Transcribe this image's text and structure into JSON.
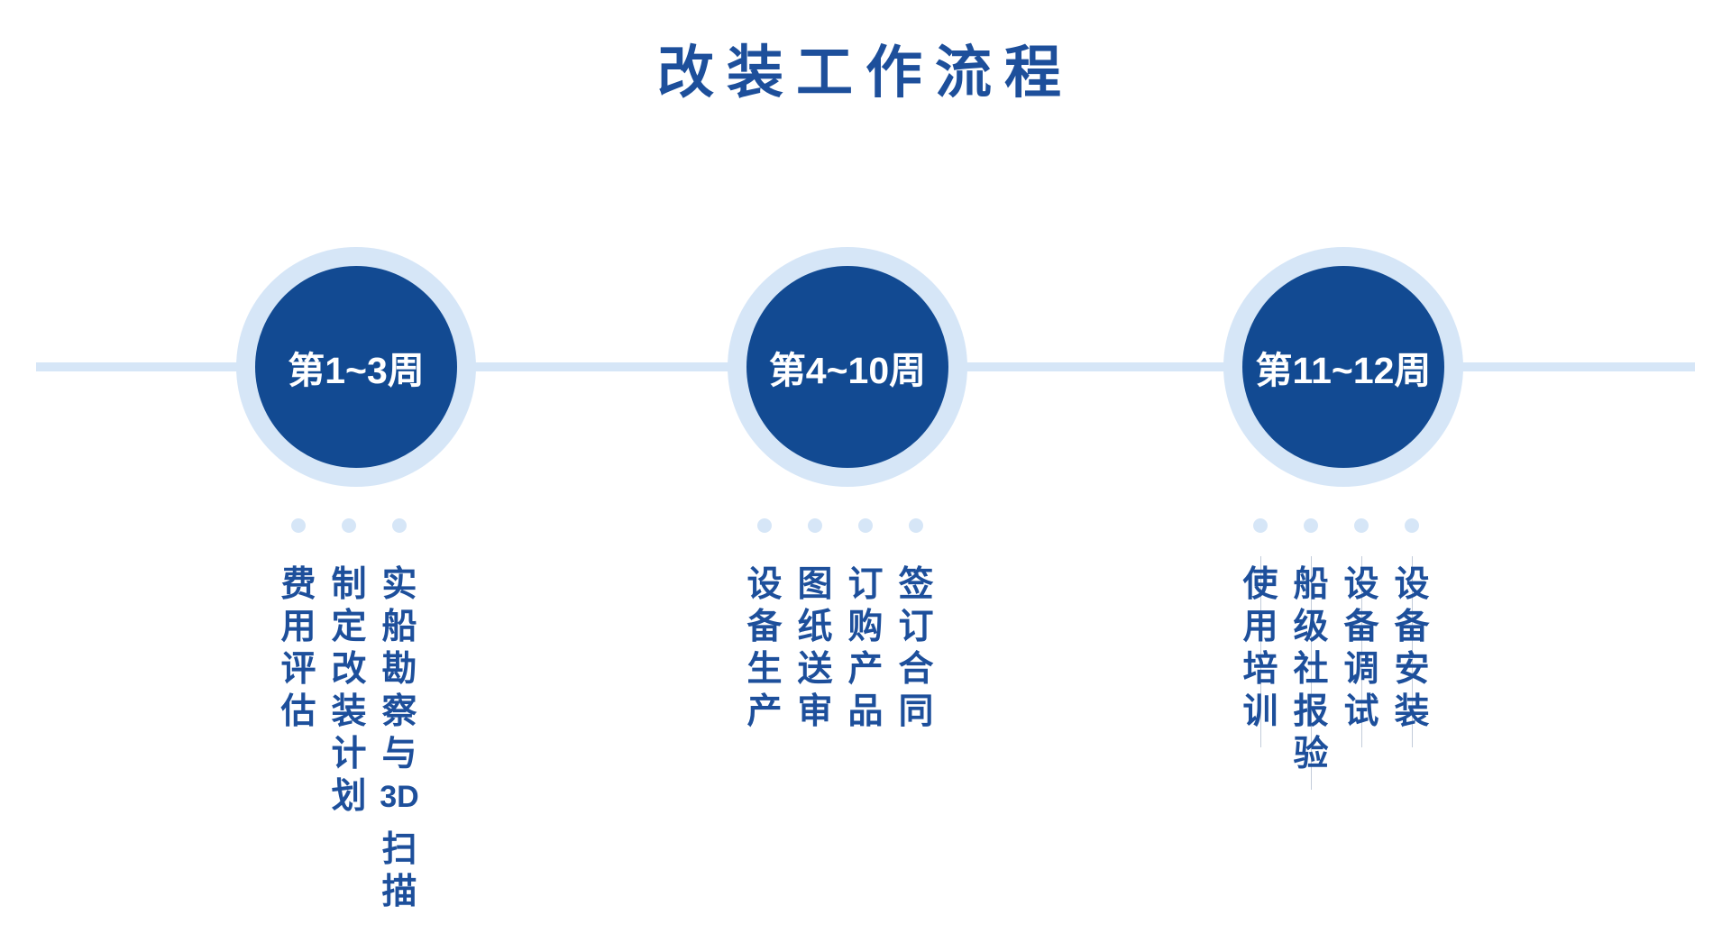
{
  "title": "改装工作流程",
  "colors": {
    "brand_blue": "#1D4F9B",
    "circle_blue": "#124A92",
    "light_blue": "#D6E6F7",
    "label_white": "#FFFFFF"
  },
  "timeline": {
    "groups": [
      {
        "week_label": "第1~3周",
        "items": [
          {
            "text": "费用评估",
            "segments": [
              "费",
              "用",
              "评",
              "估"
            ]
          },
          {
            "text": "制定改装计划",
            "segments": [
              "制",
              "定",
              "改",
              "装",
              "计",
              "划"
            ]
          },
          {
            "text": "实船勘察与3D扫描",
            "segments": [
              "实",
              "船",
              "勘",
              "察",
              "与",
              "3D",
              "扫",
              "描"
            ]
          }
        ]
      },
      {
        "week_label": "第4~10周",
        "items": [
          {
            "text": "设备生产",
            "segments": [
              "设",
              "备",
              "生",
              "产"
            ]
          },
          {
            "text": "图纸送审",
            "segments": [
              "图",
              "纸",
              "送",
              "审"
            ]
          },
          {
            "text": "订购产品",
            "segments": [
              "订",
              "购",
              "产",
              "品"
            ]
          },
          {
            "text": "签订合同",
            "segments": [
              "签",
              "订",
              "合",
              "同"
            ]
          }
        ]
      },
      {
        "week_label": "第11~12周",
        "items": [
          {
            "text": "使用培训",
            "segments": [
              "使",
              "用",
              "培",
              "训"
            ]
          },
          {
            "text": "船级社报验",
            "segments": [
              "船",
              "级",
              "社",
              "报",
              "验"
            ]
          },
          {
            "text": "设备调试",
            "segments": [
              "设",
              "备",
              "调",
              "试"
            ]
          },
          {
            "text": "设备安装",
            "segments": [
              "设",
              "备",
              "安",
              "装"
            ]
          }
        ]
      }
    ]
  }
}
